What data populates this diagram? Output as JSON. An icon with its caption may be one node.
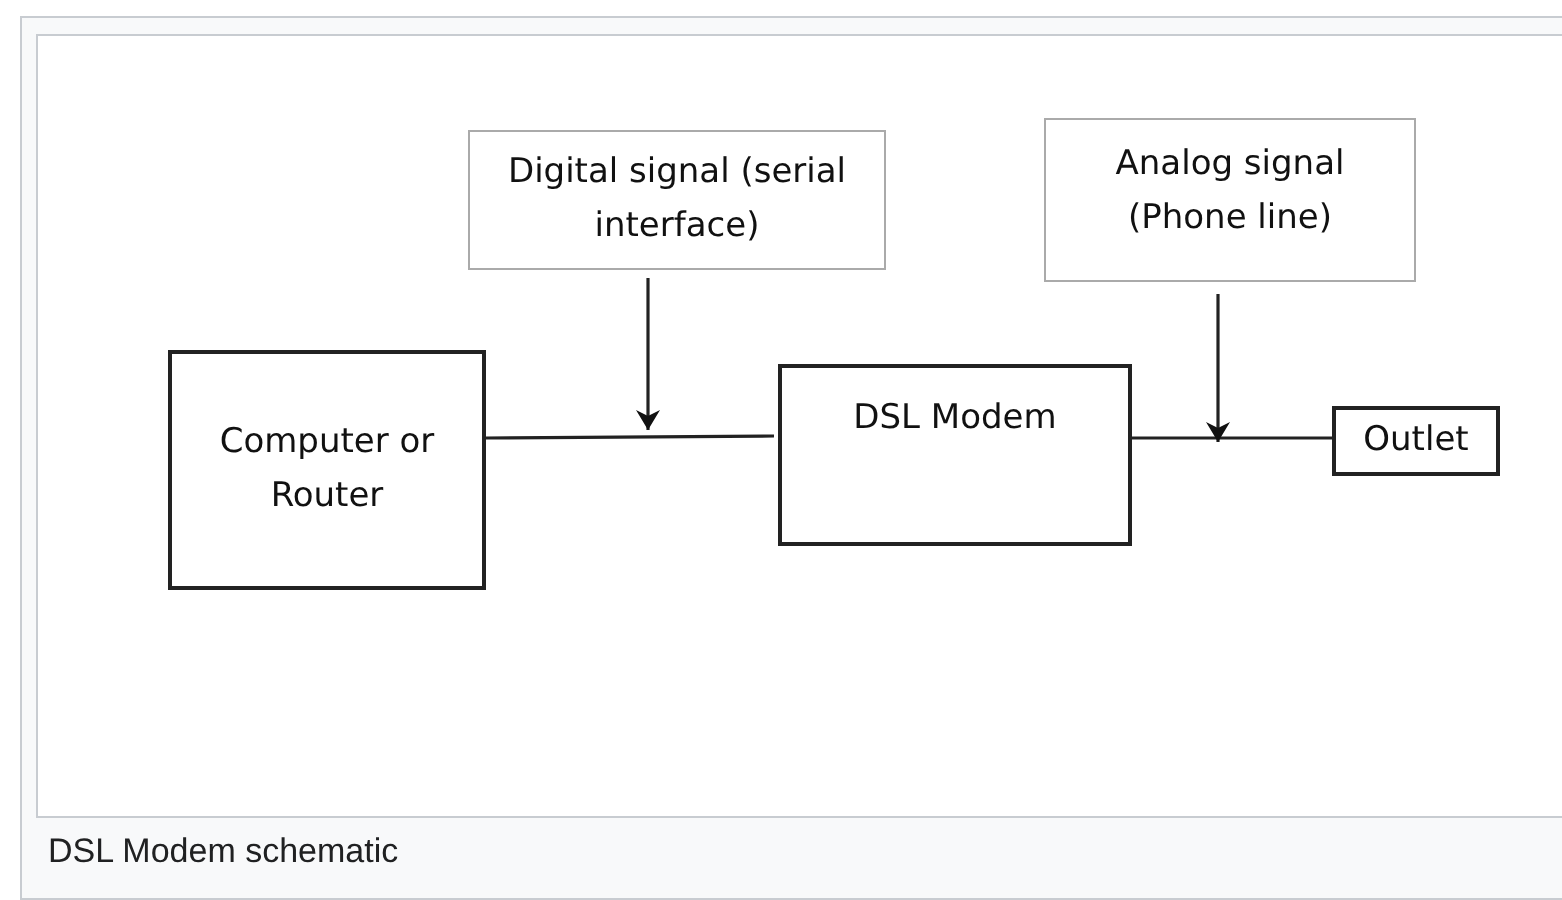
{
  "diagram": {
    "caption": "DSL Modem schematic",
    "nodes": [
      {
        "text": [
          "Computer or Router"
        ]
      },
      {
        "text": [
          "Digital signal (serial interface)"
        ]
      },
      {
        "text": [
          "DSL Modem"
        ]
      },
      {
        "text": [
          "Analog signal (Phone line)"
        ]
      },
      {
        "text": [
          "Outlet"
        ]
      }
    ],
    "edges": [
      {
        "from": 0,
        "to": 2,
        "arrow": "none"
      },
      {
        "from": 2,
        "to": 4,
        "arrow": "none"
      },
      {
        "from": 1,
        "to": null,
        "arrow": "to"
      },
      {
        "from": 3,
        "to": null,
        "arrow": "to"
      }
    ]
  }
}
